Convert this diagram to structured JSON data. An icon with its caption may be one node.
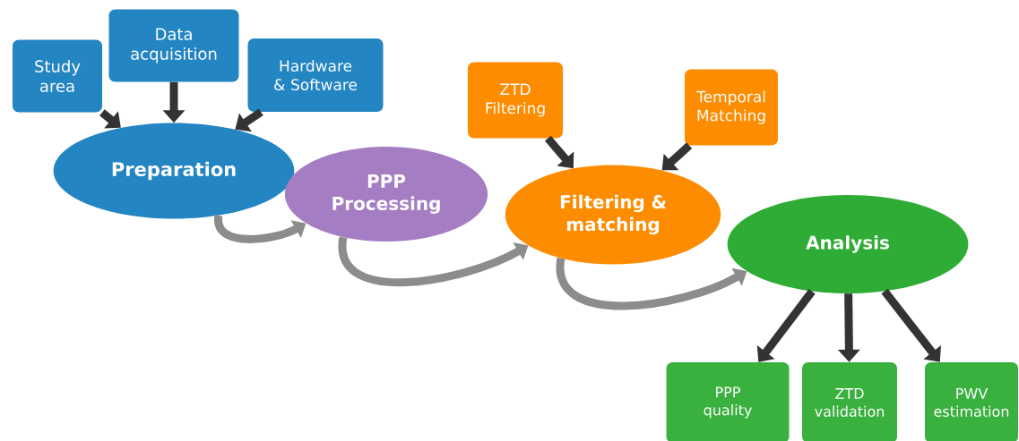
{
  "diagram": {
    "nodes": [
      {
        "text": [
          "Study area"
        ]
      },
      {
        "text": [
          "Data acquisition"
        ]
      },
      {
        "text": [
          "Hardware & Software"
        ]
      },
      {
        "text": [
          "Preparation"
        ]
      },
      {
        "text": [
          "PPP Processing"
        ]
      },
      {
        "text": [
          "ZTD Filtering"
        ]
      },
      {
        "text": [
          "Temporal Matching"
        ]
      },
      {
        "text": [
          "Filtering & matching"
        ]
      },
      {
        "text": [
          "Analysis"
        ]
      },
      {
        "text": [
          "PPP quality"
        ]
      },
      {
        "text": [
          "ZTD validation"
        ]
      },
      {
        "text": [
          "PWV estimation"
        ]
      }
    ],
    "edges": [
      {
        "from": 0,
        "to": 3,
        "arrow": "to"
      },
      {
        "from": 1,
        "to": 3,
        "arrow": "to"
      },
      {
        "from": 2,
        "to": 3,
        "arrow": "to"
      },
      {
        "from": 3,
        "to": 4,
        "arrow": "to",
        "color": "#8c8c8c"
      },
      {
        "from": 5,
        "to": 7,
        "arrow": "to"
      },
      {
        "from": 6,
        "to": 7,
        "arrow": "to"
      },
      {
        "from": 4,
        "to": 7,
        "arrow": "to",
        "color": "#8c8c8c"
      },
      {
        "from": 7,
        "to": 8,
        "arrow": "to",
        "color": "#8c8c8c"
      },
      {
        "from": 8,
        "to": 9,
        "arrow": "to"
      },
      {
        "from": 8,
        "to": 10,
        "arrow": "to"
      },
      {
        "from": 8,
        "to": 11,
        "arrow": "to"
      }
    ]
  }
}
